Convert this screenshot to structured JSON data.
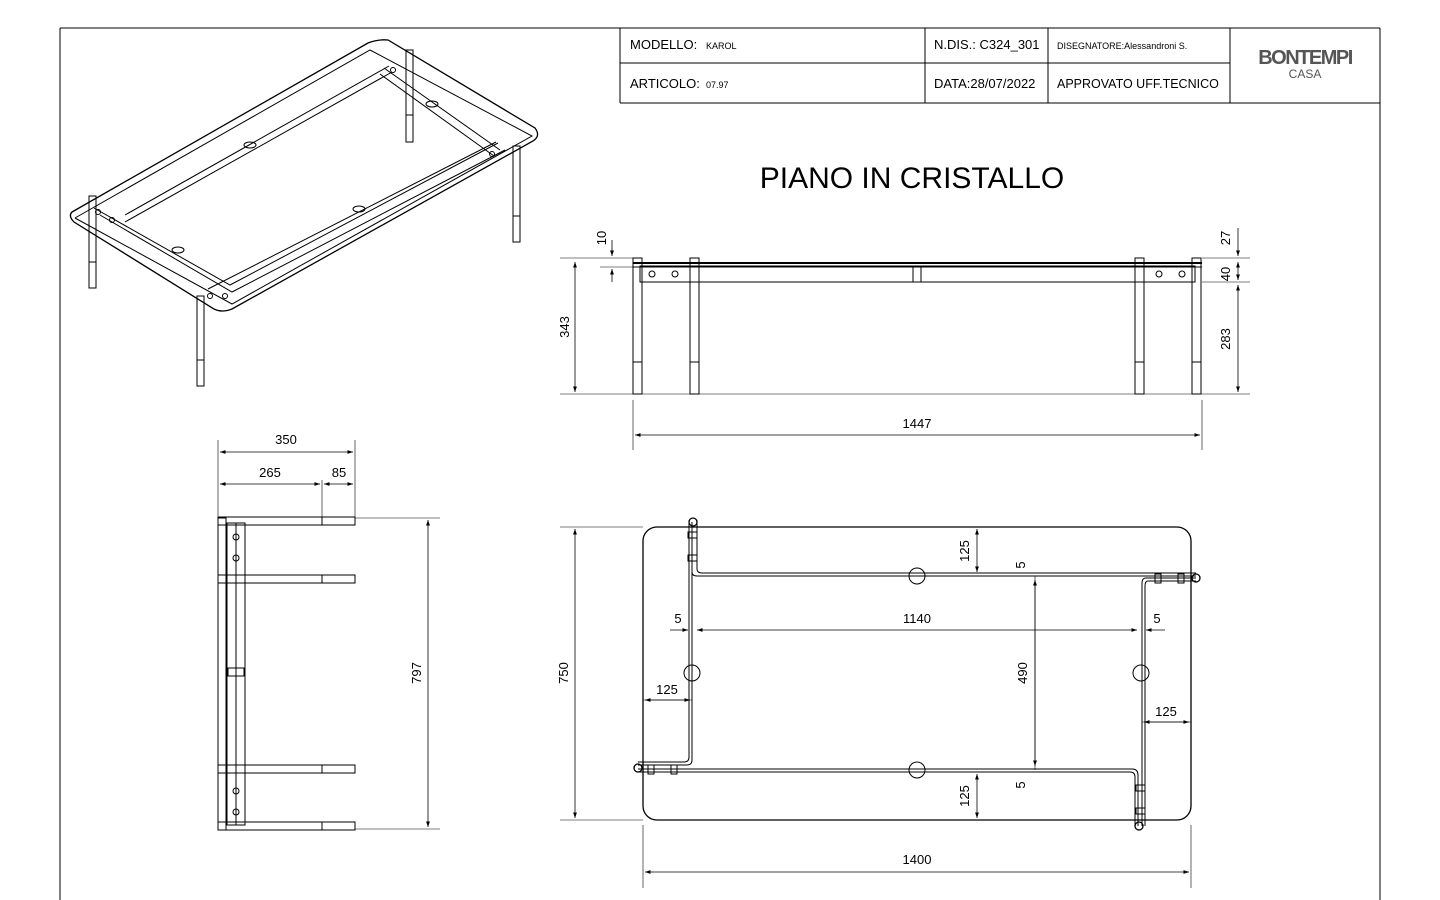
{
  "title_block": {
    "modello_label": "MODELLO:",
    "modello_value": "KAROL",
    "articolo_label": "ARTICOLO:",
    "articolo_value": "07.97",
    "ndis": "N.DIS.: C324_301",
    "data": "DATA:28/07/2022",
    "designer": "DISEGNATORE:Alessandroni S.",
    "approval": "APPROVATO UFF.TECNICO",
    "brand": "BONTEMPI",
    "brand_sub": "CASA"
  },
  "drawing_title": "PIANO IN CRISTALLO",
  "front_view_dims": {
    "glass_thickness": "10",
    "top_offset": "27",
    "rail_height": "40",
    "total_height": "343",
    "leg_height": "283",
    "total_length": "1447"
  },
  "side_view_dims": {
    "total_depth": "350",
    "inner_depth": "265",
    "foot_depth": "85",
    "total_width": "797"
  },
  "top_view_dims": {
    "glass_width": "750",
    "glass_length": "1400",
    "rail_inset_top": "125",
    "rail_inset_bottom": "125",
    "rail_inset_left": "125",
    "rail_inset_right": "125",
    "rail_span": "1140",
    "rail_gap": "490",
    "offset_left": "5",
    "offset_right": "5",
    "offset_top": "5",
    "offset_bottom": "5"
  }
}
